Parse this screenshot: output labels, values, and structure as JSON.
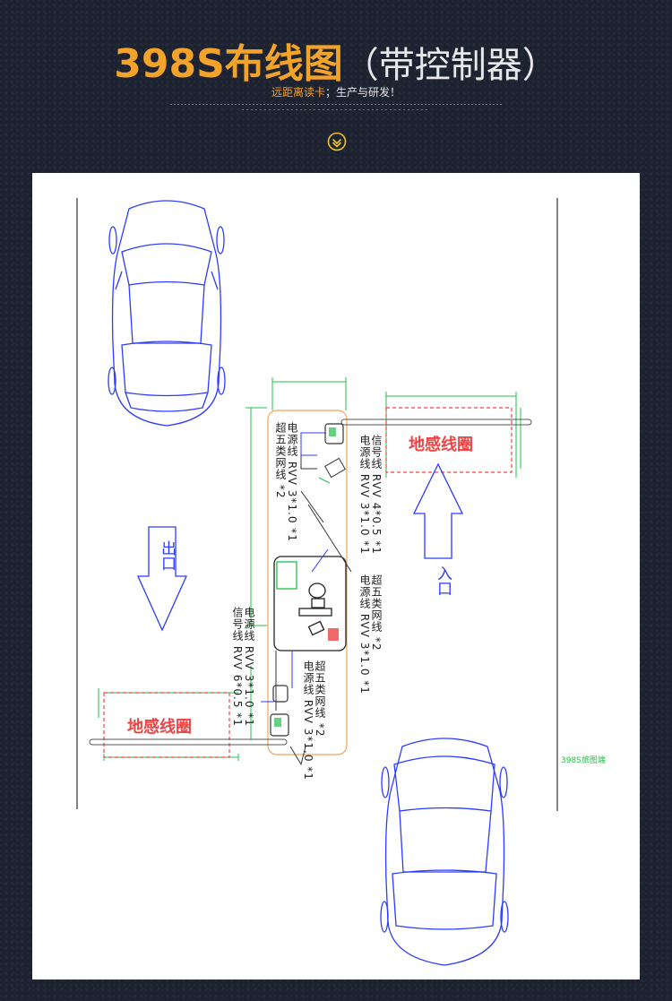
{
  "header": {
    "title_main": "398S布线图",
    "title_sub": "（带控制器）",
    "subtitle_highlight": "远距离读卡",
    "subtitle_rest": "；生产与研发！"
  },
  "diagram": {
    "loop_top": "地感线圈",
    "loop_bottom": "地感线圈",
    "exit_label": "出口",
    "entry_label": "入口",
    "legend": "398S旅图端",
    "label_left_cable": "电源线 RVV 3*1.0 *1\n超五类网线 *2",
    "label_right_top": "信号线 RVV 4*0.5 *1\n电源线 RVV 3*1.0 *1",
    "label_right_mid": "超五类网线 *2\n电源线 RVV 3*1.0 *1",
    "label_left_low": "电源线 RVV 3*1.0 *1\n信号线 RVV 6*0.5 *1",
    "label_center_low": "超五类网线 *2\n电源线 RVV 3*1.0 *1"
  },
  "colors": {
    "accent": "#f4a32a",
    "car_line": "#2b3cff",
    "loop_red": "#ef4343",
    "dim_green": "#22c04a",
    "lane_orange": "#f2a556"
  }
}
